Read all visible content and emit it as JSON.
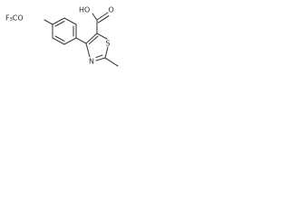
{
  "molecule": {
    "atoms": {
      "trifluoromethoxy": "F₃CO",
      "carboxyl": "HO",
      "carbonyl_oxygen": "O",
      "ring_sulfur": "S",
      "ring_nitrogen": "N"
    },
    "colors": {
      "bond": "#3a3a3a",
      "text": "#2b2b2b",
      "background": "#ffffff"
    }
  }
}
